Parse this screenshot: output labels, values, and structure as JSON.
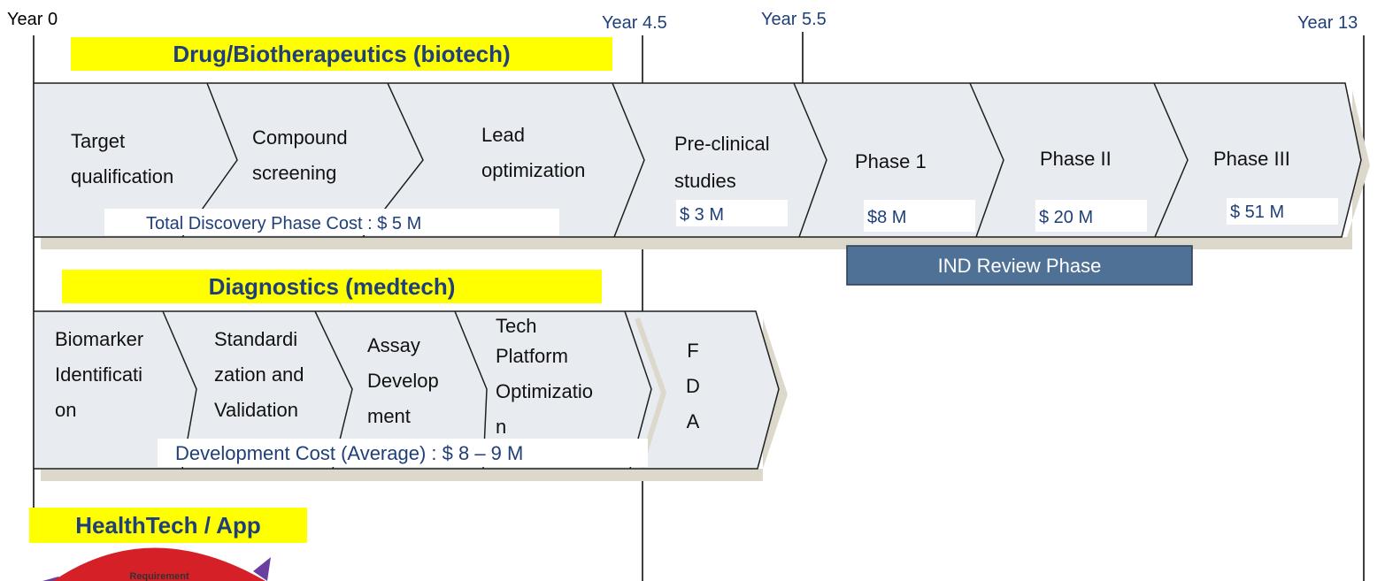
{
  "colors": {
    "chevron_fill": "#e8ecf0",
    "chevron_stroke": "#1f1f1f",
    "shadow": "#ddd8cc",
    "highlight": "#ffff00",
    "timeline": "#000000",
    "year_text_blue": "#1f3f7a",
    "cost_text": "#1f3f7a",
    "ind_bar": "#4f7196",
    "ind_text": "#ffffff",
    "app_red": "#d42026",
    "app_purple": "#6a3fa0"
  },
  "years": {
    "y0": "Year 0",
    "y45": "Year 4.5",
    "y55": "Year 5.5",
    "y13": "Year 13"
  },
  "biotech": {
    "title": "Drug/Biotherapeutics (biotech)",
    "steps": [
      {
        "lines": [
          "Target",
          "qualification"
        ]
      },
      {
        "lines": [
          "Compound",
          "screening"
        ]
      },
      {
        "lines": [
          "Lead",
          "optimization"
        ]
      },
      {
        "lines": [
          "Pre-clinical",
          "studies"
        ],
        "cost": "$ 3 M"
      },
      {
        "lines": [
          "Phase 1"
        ],
        "cost": "$8 M"
      },
      {
        "lines": [
          "Phase II"
        ],
        "cost": "$ 20 M"
      },
      {
        "lines": [
          "Phase III"
        ],
        "cost": "$ 51 M"
      }
    ],
    "discovery_cost": "Total Discovery Phase Cost : $ 5 M",
    "ind_label": "IND  Review Phase"
  },
  "medtech": {
    "title": "Diagnostics (medtech)",
    "steps": [
      {
        "lines": [
          "Biomarker",
          "Identificati",
          "on"
        ]
      },
      {
        "lines": [
          "Standardi",
          "zation and",
          "Validation"
        ]
      },
      {
        "lines": [
          "Assay",
          "Develop",
          "ment"
        ]
      },
      {
        "lines": [
          "Tech",
          "Platform",
          "Optimizatio",
          "n"
        ]
      },
      {
        "lines": [
          "F",
          "D",
          "A"
        ]
      }
    ],
    "dev_cost": "Development Cost  (Average) : $ 8 – 9 M"
  },
  "healthtech": {
    "title": "HealthTech / App",
    "image_caption": "Requirement"
  }
}
